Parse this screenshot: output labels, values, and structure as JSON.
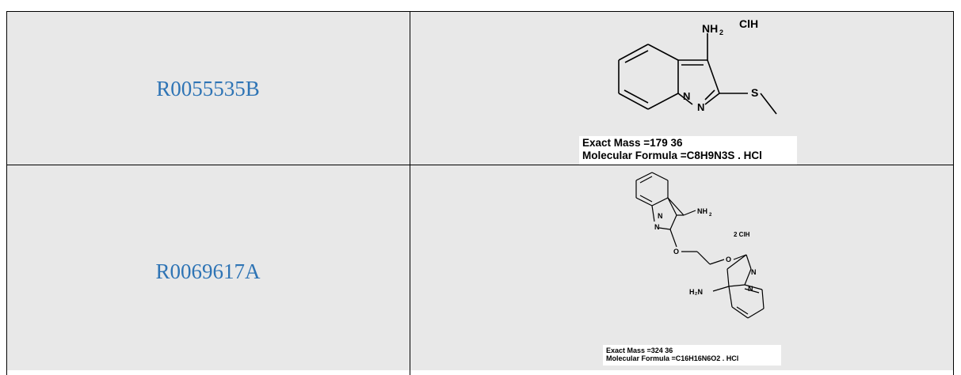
{
  "rows": [
    {
      "code": "R0055535B",
      "structure": {
        "labels": {
          "amine": "NH",
          "amine_sub": "2",
          "salt": "ClH",
          "ring_n1": "N",
          "ring_n2": "N",
          "sulfur": "S"
        },
        "exact_mass": "Exact Mass =179 36",
        "formula": "Molecular Formula =C8H9N3S . HCl"
      }
    },
    {
      "code": "R0069617A",
      "structure": {
        "labels": {
          "amine_top": "NH",
          "amine_top_sub": "2",
          "salt": "2 ClH",
          "n_top_a": "N",
          "n_top_b": "N",
          "o1": "O",
          "o2": "O",
          "n_bot_a": "N",
          "n_bot_b": "N",
          "amine_bot": "H₂N"
        },
        "exact_mass": "Exact Mass =324 36",
        "formula": "Molecular Formula =C16H16N6O2 . HCl"
      }
    }
  ]
}
